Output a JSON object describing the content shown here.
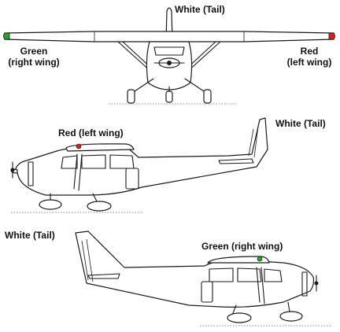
{
  "colors": {
    "green_light": "#2e9e2e",
    "red_light": "#d42020",
    "white_light": "#ffffff",
    "outline": "#1a1a1a"
  },
  "front_view": {
    "tail_label": "White (Tail)",
    "left_label_line1": "Green",
    "left_label_line2": "(right wing)",
    "right_label_line1": "Red",
    "right_label_line2": "(left wing)"
  },
  "side_view_left": {
    "wing_label": "Red (left wing)",
    "tail_label": "White (Tail)"
  },
  "side_view_right": {
    "tail_label": "White (Tail)",
    "wing_label": "Green (right wing)"
  }
}
